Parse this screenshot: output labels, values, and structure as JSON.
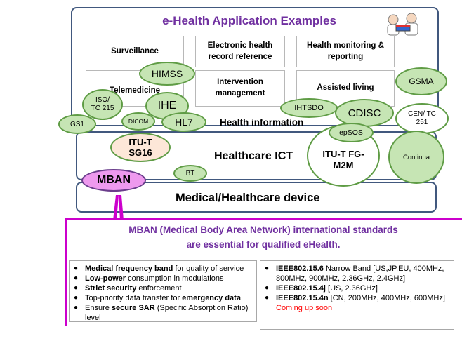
{
  "application_layer": {
    "title": "e-Health Application Examples",
    "cells": [
      "Surveillance",
      "Electronic health record reference",
      "Health monitoring & reporting",
      "Telemedicine",
      "Intervention management",
      "Assisted living"
    ]
  },
  "health_info_label": "Health information",
  "healthcare_ict_label": "Healthcare ICT",
  "device_label": "Medical/Healthcare device",
  "orgs": {
    "himss": "HIMSS",
    "gsma": "GSMA",
    "iso_tc215": "ISO/ TC 215",
    "ihe": "IHE",
    "gs1": "GS1",
    "dicom": "DICOM",
    "hl7": "HL7",
    "ihtsdo": "IHTSDO",
    "cdisc": "CDISC",
    "cen_tc251": "CEN/ TC 251",
    "itu_sg16": "ITU-T SG16",
    "eps_os": "epSOS",
    "itu_fg": "ITU-T FG-M2M",
    "continua": "Continua",
    "mban": "MBAN",
    "bt": "BT"
  },
  "banner": {
    "line1": "MBAN (Medical Body Area Network) international standards",
    "line2": "are essential for qualified eHealth."
  },
  "left_bullets": [
    {
      "bold": "Medical frequency band",
      "text": " for quality of service"
    },
    {
      "bold": "Low-power",
      "text": " consumption in modulations"
    },
    {
      "bold": "Strict security",
      "text": " enforcement"
    },
    {
      "pre": "Top-priority data transfer for ",
      "bold": "emergency data",
      "text": ""
    },
    {
      "pre": "Ensure ",
      "bold": "secure SAR",
      "text": " (Specific Absorption Ratio) level"
    }
  ],
  "right_bullets": [
    {
      "bold": "IEEE802.15.6",
      "text": " Narrow Band [US,JP,EU, 400MHz, 800MHz, 900MHz, 2.36GHz, 2.4GHz]"
    },
    {
      "bold": "IEEE802.15.4j",
      "text": " [US, 2.36GHz]"
    },
    {
      "bold": "IEEE802.15.4n",
      "text": " [CN, 200MHz, 400MHz, 600MHz]",
      "red": " Coming up soon"
    }
  ],
  "colors": {
    "title_purple": "#7030a0",
    "layer_border": "#41587e",
    "org_fill": "#c6e5b4",
    "mban_magenta": "#cc00cc",
    "alert_red": "#ff0000"
  }
}
